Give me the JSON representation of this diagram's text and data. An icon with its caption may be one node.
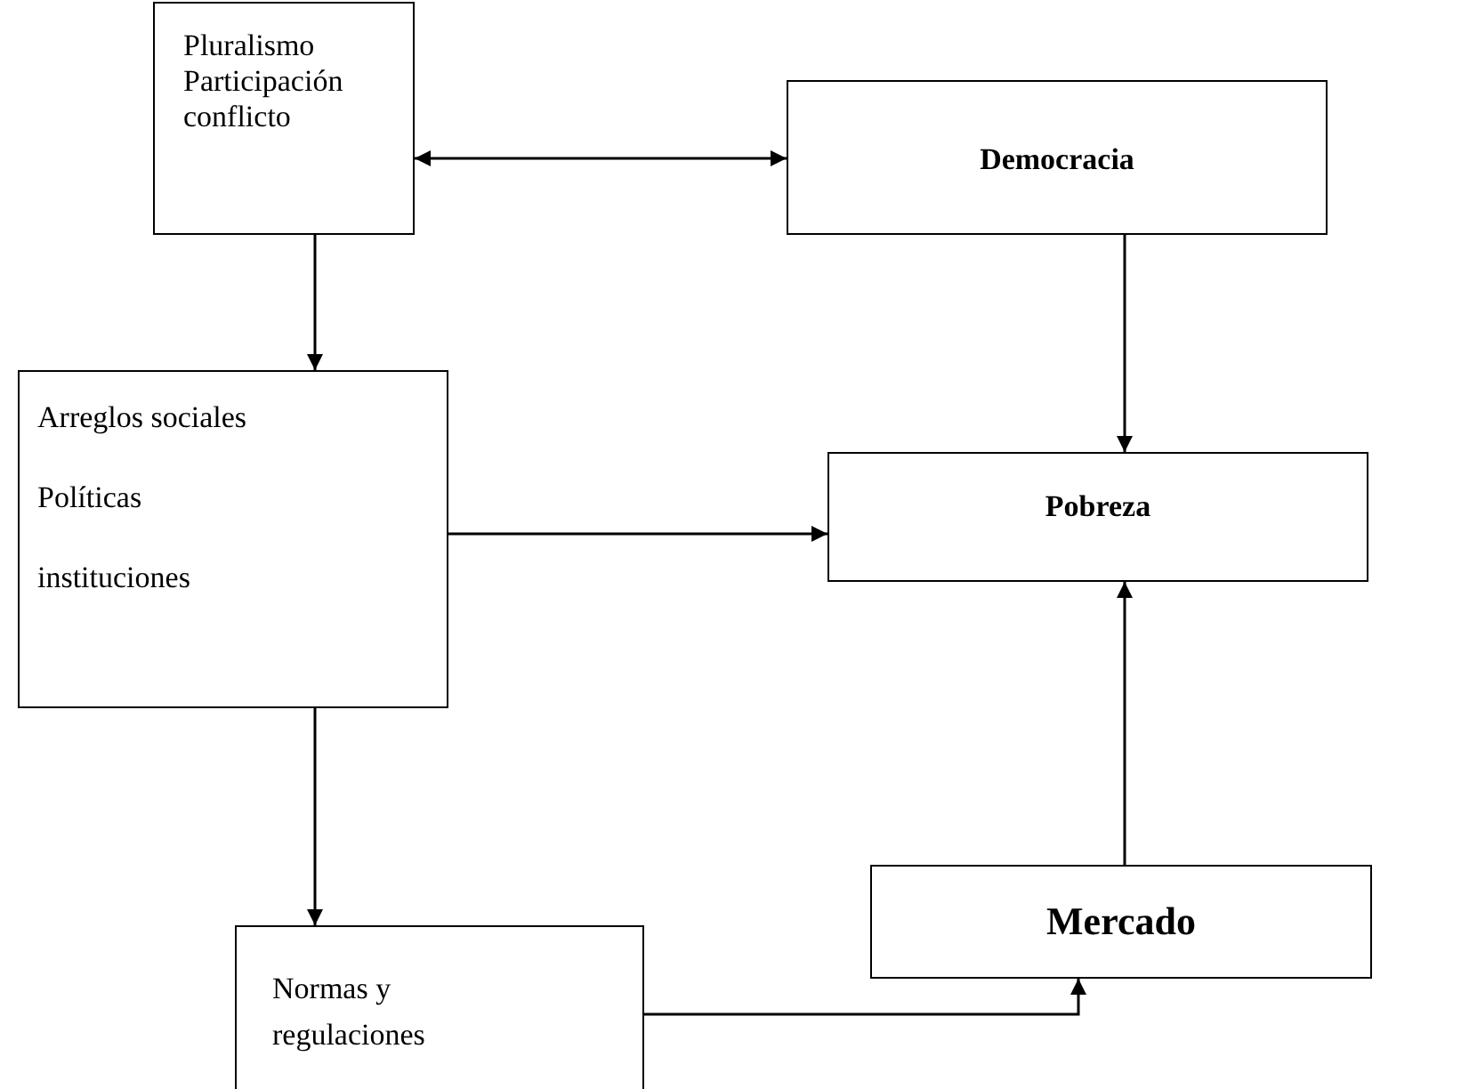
{
  "diagram": {
    "nodes": [
      {
        "text": [
          "Pluralismo",
          "Participación",
          "conflicto"
        ]
      },
      {
        "text": [
          "Democracia"
        ]
      },
      {
        "text": [
          "Arreglos sociales",
          "Políticas",
          "instituciones"
        ]
      },
      {
        "text": [
          "Pobreza"
        ]
      },
      {
        "text": [
          "Mercado"
        ]
      },
      {
        "text": [
          "Normas y regulaciones"
        ]
      }
    ],
    "edges": [
      {
        "from": 0,
        "to": 1,
        "arrow": "both"
      },
      {
        "from": 0,
        "to": 2,
        "arrow": "to"
      },
      {
        "from": 1,
        "to": 3,
        "arrow": "to"
      },
      {
        "from": 2,
        "to": 3,
        "arrow": "to"
      },
      {
        "from": 2,
        "to": 5,
        "arrow": "to"
      },
      {
        "from": 4,
        "to": 3,
        "arrow": "to"
      },
      {
        "from": 5,
        "to": 4,
        "arrow": "to"
      }
    ]
  }
}
